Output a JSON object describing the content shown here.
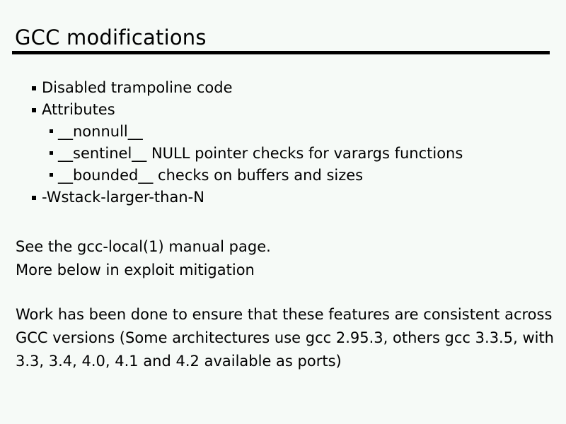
{
  "slide": {
    "title": "GCC modifications",
    "background_color": "#f6faf7",
    "text_color": "#000000",
    "rule_color": "#000000"
  },
  "bullets": [
    {
      "level": 1,
      "text": "Disabled trampoline code"
    },
    {
      "level": 1,
      "text": "Attributes"
    },
    {
      "level": 2,
      "text": "__nonnull__"
    },
    {
      "level": 2,
      "text": "__sentinel__ NULL pointer checks for varargs functions"
    },
    {
      "level": 2,
      "text": "__bounded__ checks on buffers and sizes"
    },
    {
      "level": 1,
      "text": "-Wstack-larger-than-N"
    }
  ],
  "note_block": {
    "lines": [
      "See the gcc-local(1) manual page.",
      "More below in exploit mitigation"
    ]
  },
  "summary_block": {
    "lines": [
      "Work has been done to ensure that these features are consistent across",
      "GCC versions (Some architectures use gcc 2.95.3, others gcc 3.3.5, with",
      "3.3, 3.4, 4.0, 4.1 and 4.2 available as ports)"
    ]
  }
}
